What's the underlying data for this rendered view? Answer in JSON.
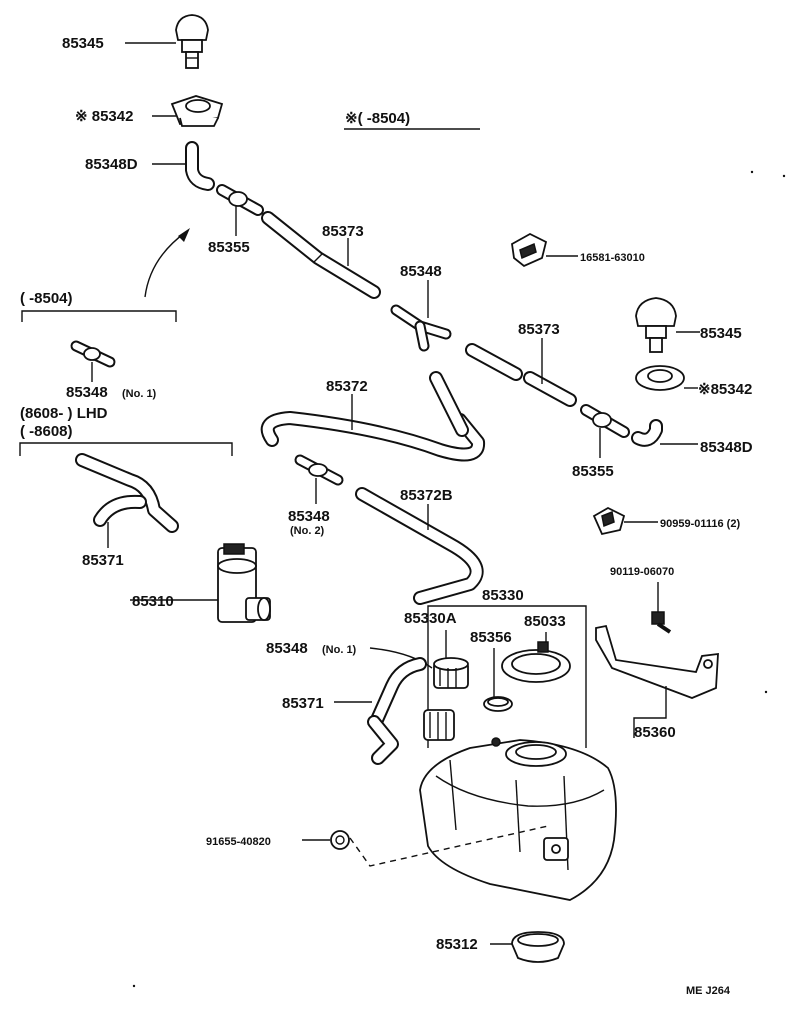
{
  "parts": {
    "p85345_top": "85345",
    "p85342_top": "※ 85342",
    "p85348D_top": "85348D",
    "p85355_left": "85355",
    "p85373_a": "85373",
    "p85348_mid": "85348",
    "p16581": "16581-63010",
    "p85373_b": "85373",
    "p85345_right": "85345",
    "p85342_right": "※85342",
    "p85348D_right": "85348D",
    "p85355_right": "85355",
    "p85372": "85372",
    "p85348_no1": "85348",
    "p85348_no1_note": "(No. 1)",
    "p85348_no2": "85348",
    "p85348_no2_note": "(No. 2)",
    "p85372B": "85372B",
    "p85371_a": "85371",
    "p90959": "90959-01116 (2)",
    "p85330": "85330",
    "p85330A": "85330A",
    "p85033": "85033",
    "p85356": "85356",
    "p85310": "85310",
    "p90119": "90119-06070",
    "p85348_no1b": "85348",
    "p85348_no1b_note": "(No. 1)",
    "p85371_b": "85371",
    "p85360": "85360",
    "p91655": "91655-40820",
    "p85312": "85312"
  },
  "notes": {
    "applic_top": "※(        -8504)",
    "applic_left": "(        -8504)",
    "lhd_from": "(8608-        ) LHD",
    "lhd_to": "(        -8608)"
  },
  "footer": {
    "code": "ME  J264"
  }
}
